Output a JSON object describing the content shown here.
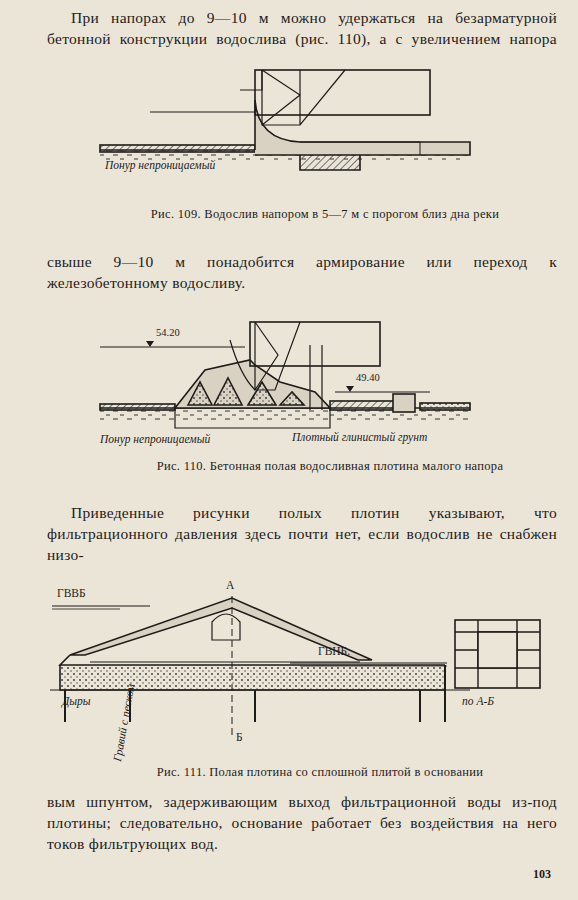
{
  "diagram": {
    "labels": [
      "При напорах до 9—10 м можно удержаться на безарматурной бетонной конструкции водослива (рис. 110), а с увеличением напора",
      "Понур непроницаемый",
      "Рис. 109. Водослив напором в 5—7 м с порогом близ дна реки",
      "свыше 9—10 м понадобится армирование или переход к железобетонному водосливу.",
      "54.20",
      "49.40",
      "Понур непроницаемый",
      "Плотный глинистый грунт",
      "Рис. 110. Бетонная полая водосливная плотина малого напора",
      "Приведенные рисунки полых плотин указывают, что фильтрационного давления здесь почти нет, если водослив не снабжен низо-",
      "ГВВБ",
      "А",
      "ГВНБ.",
      "Дыры",
      "Гравий с песком",
      "Б",
      "по А-Б",
      "Рис. 111. Полая плотина со сплошной плитой в основании",
      "вым шпунтом, задерживающим выход фильтрационной воды из-под плотины; следовательно, основание работает без воздействия на него токов фильтрующих вод.",
      "103"
    ]
  }
}
